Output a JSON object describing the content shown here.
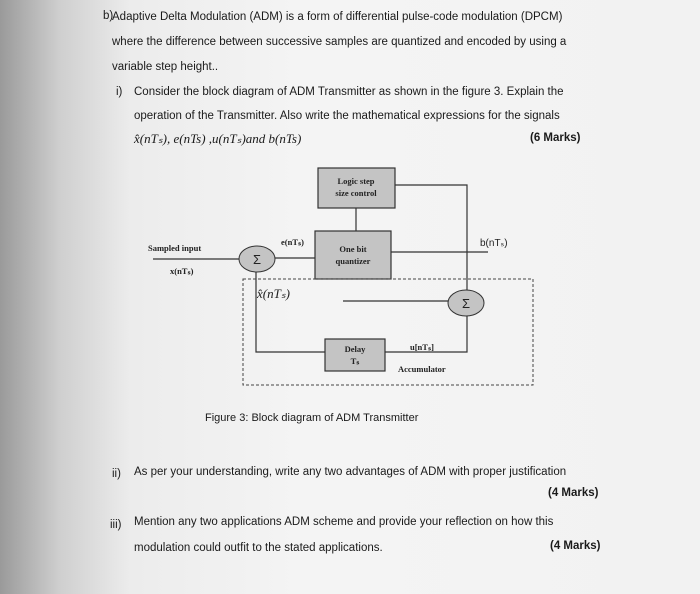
{
  "question": {
    "label": "b)",
    "intro_lines": [
      "Adaptive Delta Modulation (ADM) is a form of differential pulse-code modulation (DPCM)",
      "where the difference between successive samples are quantized and encoded by using a",
      "variable step height.."
    ],
    "parts": [
      {
        "label": "i)",
        "lines": [
          "Consider the block diagram of ADM Transmitter as shown in the figure 3. Explain the",
          "operation of the Transmitter. Also write the mathematical expressions for the signals"
        ],
        "signals": "x̂(nTₛ), e(nTs) ,u(nTₛ)and b(nTs)",
        "marks": "(6 Marks)"
      },
      {
        "label": "ii)",
        "lines": [
          "As per your understanding, write any two advantages of ADM with proper justification"
        ],
        "marks": "(4 Marks)"
      },
      {
        "label": "iii)",
        "lines": [
          "Mention any two applications ADM scheme and provide your reflection on how this",
          "modulation could outfit to the stated applications."
        ],
        "marks": "(4 Marks)"
      }
    ]
  },
  "diagram": {
    "logic_block": [
      "Logic step",
      "size control"
    ],
    "quantizer_block": [
      "One bit",
      "quantizer"
    ],
    "delay_block": [
      "Delay",
      "Tₛ"
    ],
    "sum_symbol": "Σ",
    "input_label": "Sampled input",
    "input_signal": "x(nTₛ)",
    "error_signal": "e(nTₛ)",
    "output_signal": "b(nTₛ)",
    "estimate_signal": "x̂(nTₛ)",
    "accum_signal": "u[nTₛ]",
    "accumulator_label": "Accumulator",
    "caption": "Figure 3: Block diagram of ADM Transmitter"
  }
}
